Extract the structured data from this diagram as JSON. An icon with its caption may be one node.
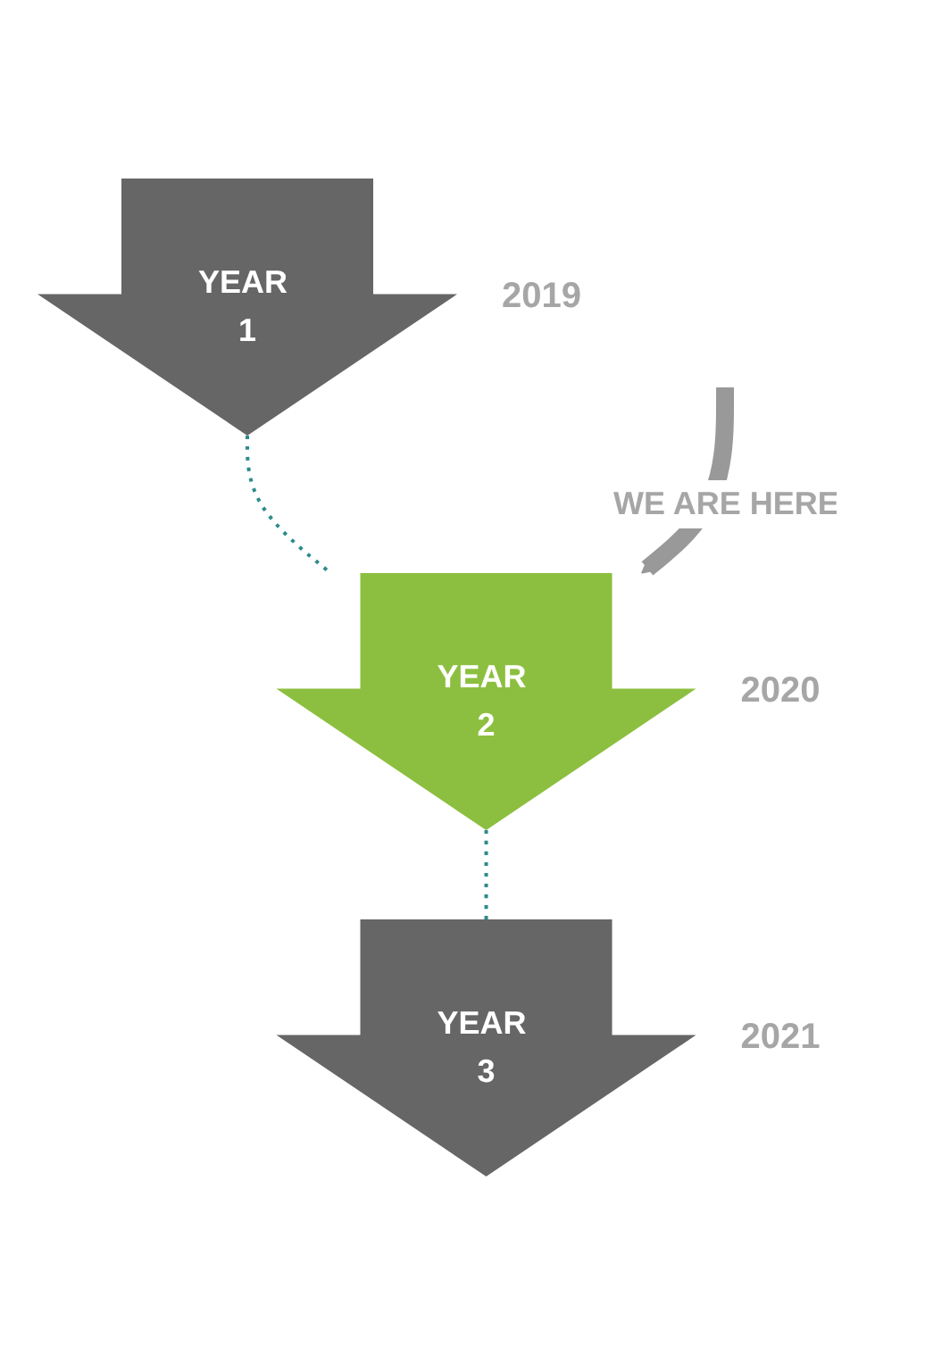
{
  "diagram": {
    "nodes": [
      {
        "text": [
          "YEAR 1"
        ],
        "beside": [
          "2019"
        ]
      },
      {
        "text": [
          "YEAR 2"
        ],
        "beside": [
          "2020"
        ]
      },
      {
        "text": [
          "YEAR 3"
        ],
        "beside": [
          "2021"
        ]
      }
    ],
    "edges": [
      {
        "from": 0,
        "to": 1,
        "arrow": "none",
        "style": "dashed",
        "color": "#2e8b8b"
      },
      {
        "from": 1,
        "to": 2,
        "arrow": "none",
        "style": "dashed",
        "color": "#2e8b8b"
      },
      {
        "from": null,
        "to": 1,
        "arrow": "to",
        "label": "WE ARE HERE",
        "style": "thick",
        "color": "#999999"
      }
    ]
  }
}
